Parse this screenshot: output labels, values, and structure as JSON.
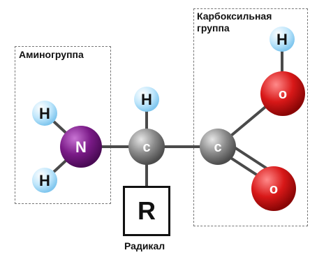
{
  "groups": {
    "amino": {
      "label": "Аминогруппа"
    },
    "carboxyl": {
      "label_line1": "Карбоксильная",
      "label_line2": "группа"
    },
    "radical": {
      "label": "Радикал",
      "symbol": "R"
    }
  },
  "atoms": {
    "hydrogen": "H",
    "nitrogen": "N",
    "carbon": "c",
    "oxygen": "o"
  },
  "colors": {
    "hydrogen": "#bfe6fb",
    "nitrogen": "#7a1a87",
    "carbon": "#8a8a8a",
    "oxygen": "#d81818",
    "bond": "#4a4a4a"
  }
}
